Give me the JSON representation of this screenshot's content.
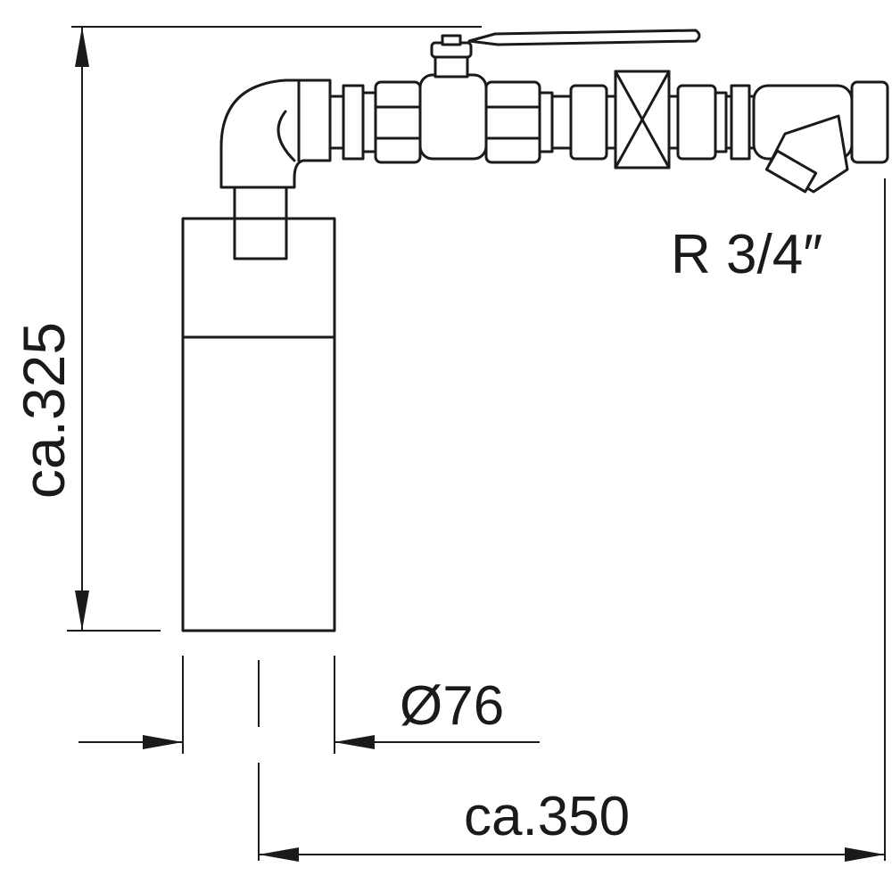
{
  "dimensions": {
    "height_label": "ca.325",
    "width_label": "ca.350",
    "diameter_label": "Ø76",
    "thread_label": "R 3/4″"
  },
  "colors": {
    "line": "#1a1a1a",
    "background": "#ffffff"
  }
}
